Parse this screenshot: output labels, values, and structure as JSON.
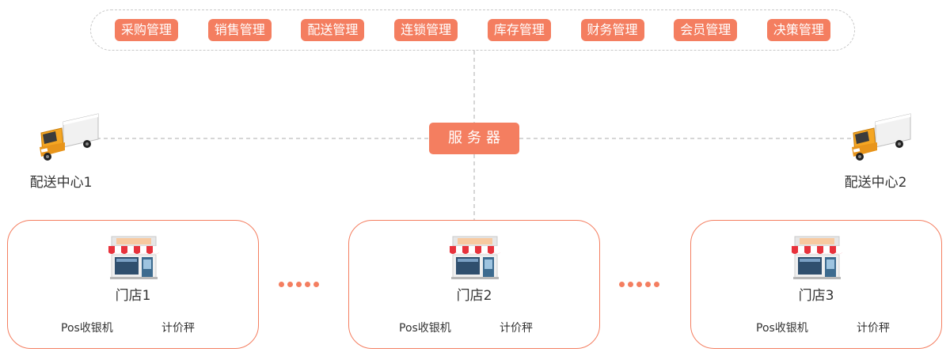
{
  "modules": [
    "采购管理",
    "销售管理",
    "配送管理",
    "连锁管理",
    "库存管理",
    "财务管理",
    "会员管理",
    "决策管理"
  ],
  "server": {
    "label": "服务器"
  },
  "distribution_centers": [
    {
      "label": "配送中心1"
    },
    {
      "label": "配送中心2"
    }
  ],
  "stores": [
    {
      "name": "门店1",
      "devices": [
        "Pos收银机",
        "计价秤"
      ]
    },
    {
      "name": "门店2",
      "devices": [
        "Pos收银机",
        "计价秤"
      ]
    },
    {
      "name": "门店3",
      "devices": [
        "Pos收银机",
        "计价秤"
      ]
    }
  ],
  "colors": {
    "accent": "#f47e60",
    "connector": "#c8c8c8",
    "text": "#333333"
  },
  "icons": {
    "distribution_center": "truck-icon",
    "store": "shop-icon"
  }
}
